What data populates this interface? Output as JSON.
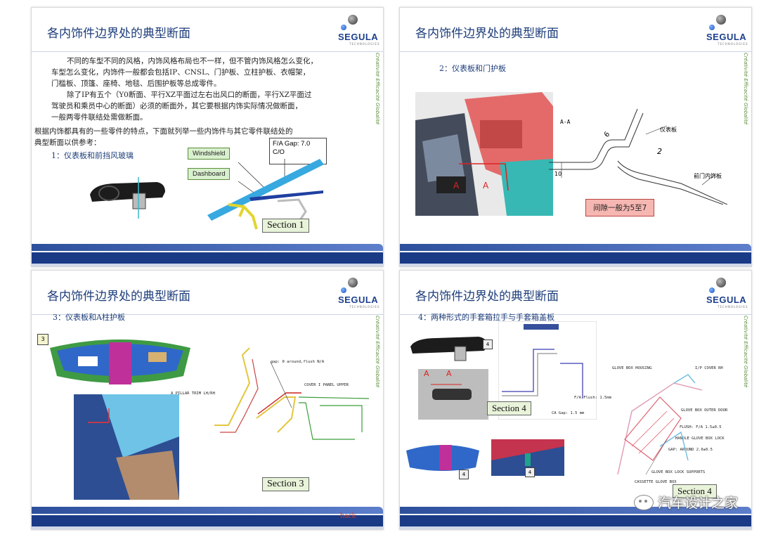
{
  "slides": [
    {
      "title": "各内饰件边界处的典型断面",
      "para1_line1": "不同的车型不同的风格，内饰风格布局也不一样，但不管内饰风格怎么变化，",
      "para1_line2": "车型怎么变化，内饰件一般都会包括IP、CNSL、门护板、立柱护板、衣帽架，",
      "para1_line3": "门槛板、顶篷、座椅、地毯、后围护板等总成零件。",
      "para2_line1": "除了IP有五个（Y0断面、平行XZ平面过左右出风口的断面，平行XZ平面过",
      "para2_line2": "驾驶员和乘员中心的断面）必须的断面外，其它要根据内饰实际情况做断面，",
      "para2_line3": "一般两零件联结处需做断面。",
      "para3_line1": "根据内饰都具有的一些零件的特点，下面就列举一些内饰件与其它零件联结处的",
      "para3_line2": "典型断面以供参考：",
      "subhead": "1：仪表板和前挡风玻璃",
      "label_windshield": "Windshield",
      "label_dashboard": "Dashboard",
      "gap_line1": "F/A Gap: 7.0",
      "gap_line2": "C/O",
      "section": "Section 1"
    },
    {
      "title": "各内饰件边界处的典型断面",
      "subhead": "2：仪表板和门护板",
      "aa": "A-A",
      "marker_a1": "A",
      "marker_a2": "A",
      "label_ip": "仪表板",
      "label_door": "前门内饰板",
      "dim_10": "10",
      "dim_6": "6",
      "dim_2": "2",
      "note": "间隙一般为5至7"
    },
    {
      "title": "各内饰件边界处的典型断面",
      "subhead": "3：仪表板和A柱护板",
      "callout": "3",
      "gap": "gap: 0 around,flush N/A",
      "pillar": "A PILLAR TRIM LH/RH",
      "cover": "COVER I PANEL UPPER",
      "section": "Section 3"
    },
    {
      "title": "各内饰件边界处的典型断面",
      "subhead": "4：两种形式的手套箱拉手与手套箱盖板",
      "callout": "4",
      "marker_a1": "A",
      "marker_a2": "A",
      "section_a": "Section 4",
      "flush": "F/A Flush: 1.5mm",
      "ca_gap": "CA Gap: 1.5 mm",
      "glove_housing": "GLOVE BOX HOUSING",
      "ip_cover": "I/P COVER RH",
      "glove_door": "GLOVE BOX OUTER DOOR",
      "flush2": "FLUSH: F/A 1.5±0.5",
      "handle_lock": "HANDLE GLOVE BOX LOCK",
      "gap_around": "GAP: AROUND 2.0±0.5",
      "lock_supports": "GLOVE BOX LOCK SUPPORTS",
      "cassette": "CASSETTE GLOVE BOX",
      "section_b": "Section 4",
      "back": "back"
    }
  ],
  "logo": {
    "brand": "SEGULA",
    "sub": "TECHNOLOGIES"
  },
  "sidebar_text": "Créativité  Efficacité  Globalité",
  "watermark": "汽车设计之家",
  "colors": {
    "title": "#1d3d7a",
    "band": "#1a3a86",
    "label_bg": "#d9f0cf",
    "note_bg": "#f6b7b2"
  }
}
